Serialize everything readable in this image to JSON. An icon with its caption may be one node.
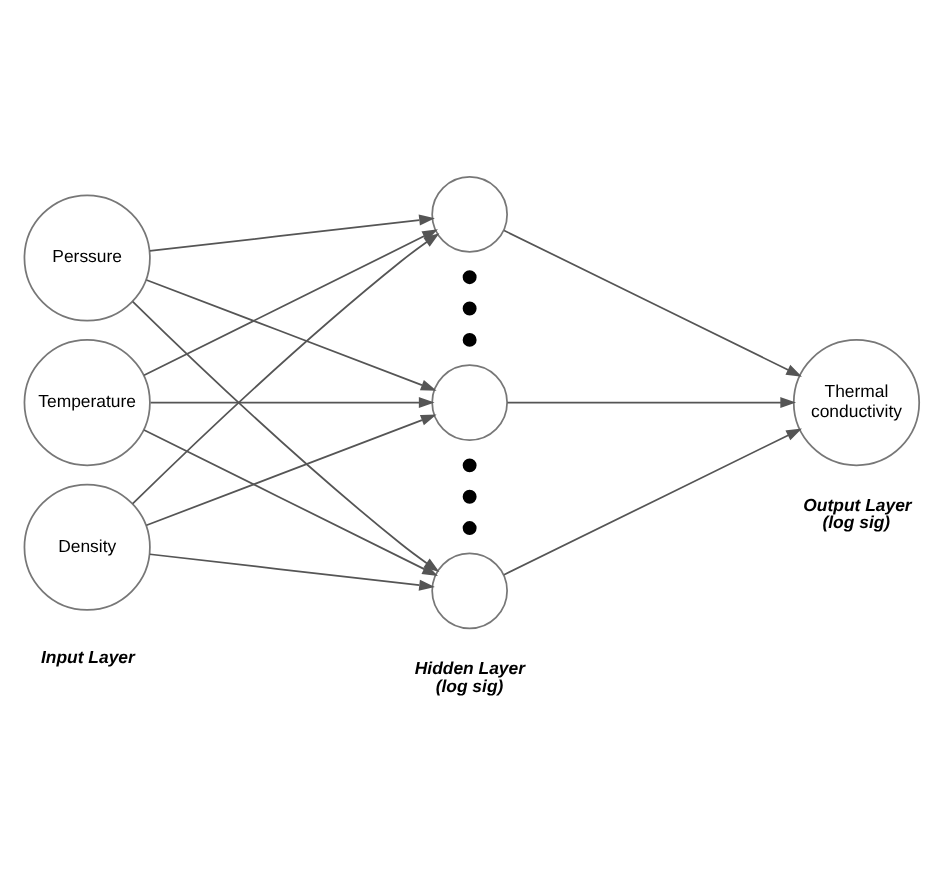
{
  "diagram": {
    "nodes": [
      {
        "text": [
          "Perssure"
        ]
      },
      {
        "text": [
          "Temperature"
        ]
      },
      {
        "text": [
          "Density"
        ]
      },
      {
        "text": [],
        "shape": "circle"
      },
      {
        "text": [],
        "shape": "dot"
      },
      {
        "text": [],
        "shape": "dot"
      },
      {
        "text": [],
        "shape": "dot"
      },
      {
        "text": [],
        "shape": "circle"
      },
      {
        "text": [],
        "shape": "dot"
      },
      {
        "text": [],
        "shape": "dot"
      },
      {
        "text": [],
        "shape": "dot"
      },
      {
        "text": [],
        "shape": "circle",
        "beside": [
          "Hidden Layer (log sig)"
        ]
      },
      {
        "text": [
          "Thermal conductivity"
        ],
        "beside": [
          "Output Layer (log sig)"
        ]
      }
    ],
    "edges": [
      {
        "from": 0,
        "to": 3,
        "arrow": "to"
      },
      {
        "from": 0,
        "to": 7,
        "arrow": "to"
      },
      {
        "from": 0,
        "to": 11,
        "arrow": "to"
      },
      {
        "from": 1,
        "to": 3,
        "arrow": "to"
      },
      {
        "from": 1,
        "to": 7,
        "arrow": "to"
      },
      {
        "from": 1,
        "to": 11,
        "arrow": "to"
      },
      {
        "from": 2,
        "to": 3,
        "arrow": "to"
      },
      {
        "from": 2,
        "to": 7,
        "arrow": "to"
      },
      {
        "from": 2,
        "to": 11,
        "arrow": "to"
      },
      {
        "from": 3,
        "to": 12,
        "arrow": "to"
      },
      {
        "from": 7,
        "to": 12,
        "arrow": "to"
      },
      {
        "from": 11,
        "to": 12,
        "arrow": "to"
      }
    ],
    "labels": [
      "Input Layer"
    ]
  }
}
